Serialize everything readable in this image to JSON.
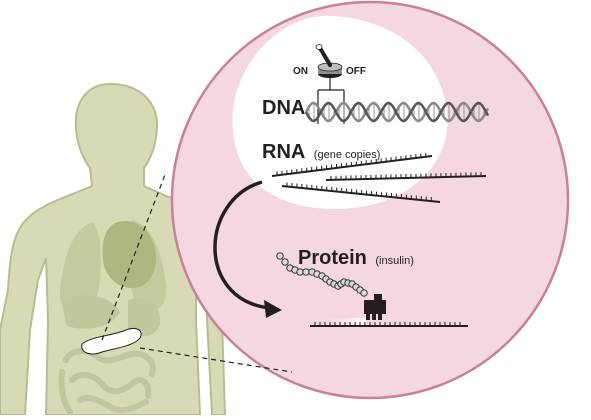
{
  "diagram": {
    "switch": {
      "on": "ON",
      "off": "OFF"
    },
    "dna": {
      "label": "DNA"
    },
    "rna": {
      "label": "RNA",
      "note": "(gene copies)"
    },
    "protein": {
      "label": "Protein",
      "note": "(insulin)"
    }
  },
  "colors": {
    "body_fill": "#d8dab3",
    "body_stroke": "#b9bc92",
    "organ_fill": "#c3c69a",
    "heart_fill": "#b1b680",
    "cell_fill": "#f4d7e1",
    "cell_stroke": "#cc7f9b",
    "nucleus_fill": "#ffffff",
    "ink": "#231f20"
  },
  "icons": [
    "toggle-switch-icon",
    "curved-arrow-icon",
    "pancreas-icon",
    "dna-helix-icon",
    "protein-chain-icon"
  ]
}
